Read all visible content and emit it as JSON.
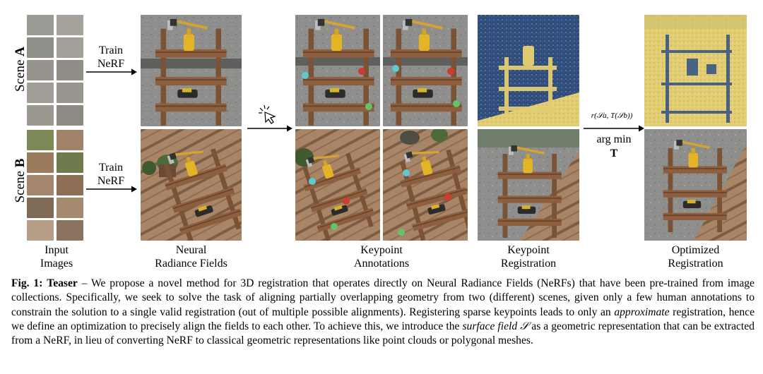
{
  "figure": {
    "scene_a_label": {
      "prefix": "Scene ",
      "letter": "A"
    },
    "scene_b_label": {
      "prefix": "Scene ",
      "letter": "B"
    },
    "train_a": {
      "line1": "Train",
      "line2": "NeRF"
    },
    "train_b": {
      "line1": "Train",
      "line2": "NeRF"
    },
    "col_labels": {
      "input_1": "Input",
      "input_2": "Images",
      "nerf_1": "Neural",
      "nerf_2": "Radiance Fields",
      "kp_1": "Keypoint",
      "kp_2": "Annotations",
      "kreg_1": "Keypoint",
      "kreg_2": "Registration",
      "opt_1": "Optimized",
      "opt_2": "Registration"
    },
    "objective": {
      "small": "r(𝒮a, T(𝒮b))",
      "argmin": "arg min",
      "var": "T"
    },
    "colors": {
      "keypoint_cyan": "#5fc9d0",
      "keypoint_red": "#d23a2f",
      "keypoint_green": "#63c26a",
      "surface_yellow": "#e6cf6e",
      "surface_blue": "#2f4f86"
    },
    "icons": [
      "cursor-click-icon",
      "arrow-right-icon"
    ]
  },
  "caption": {
    "fig_num": "Fig. 1:",
    "title": "Teaser",
    "part1": " – We propose a novel method for 3D registration that operates directly on Neural Radiance Fields (NeRFs) that have been pre-trained from image collections. Specifically, we seek to solve the task of aligning partially overlapping geometry from two (different) scenes, given only a few human annotations to constrain the solution to a single valid registration (out of multiple possible alignments). Registering sparse keypoints leads to only an ",
    "emph1": "approximate",
    "part2": " registration, hence we define an optimization to precisely align the fields to each other. To achieve this, we introduce the ",
    "emph2": "surface field",
    "symbol": " 𝒮",
    "part3": " as a geometric representation that can be extracted from a NeRF, in lieu of converting NeRF to classical geometric representations like point clouds or polygonal meshes."
  }
}
